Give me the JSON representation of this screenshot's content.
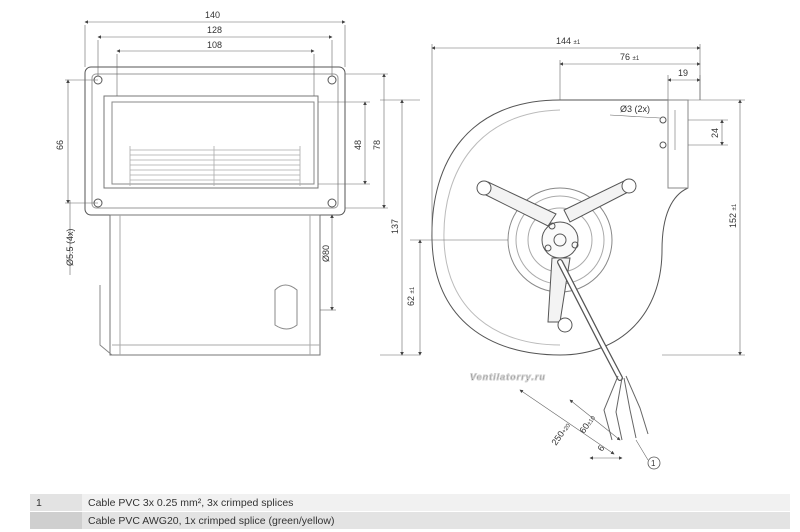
{
  "front_view": {
    "dims": {
      "w140": "140",
      "w128": "128",
      "w108": "108",
      "h66": "66",
      "h48": "48",
      "h78": "78",
      "hole": "Ø5.5 (4x)",
      "dia80": "Ø80",
      "h137": "137"
    }
  },
  "side_view": {
    "dims": {
      "w144": "144",
      "w144_tol": "±1",
      "w76": "76",
      "w76_tol": "±1",
      "w19": "19",
      "hole": "Ø3 (2x)",
      "h24": "24",
      "h152": "152",
      "h152_tol": "±1",
      "h62": "62",
      "h62_tol": "±1",
      "cable250": "250",
      "cable250_tol": "+20",
      "cable60": "60",
      "cable60_tol": "±10",
      "strip6": "6"
    },
    "callout": "1"
  },
  "watermark": "Ventilatorry.ru",
  "legend": [
    {
      "num": "1",
      "text": "Cable PVC 3x 0.25 mm², 3x crimped splices"
    },
    {
      "num": "",
      "text": "Cable PVC AWG20, 1x crimped splice (green/yellow)"
    }
  ]
}
